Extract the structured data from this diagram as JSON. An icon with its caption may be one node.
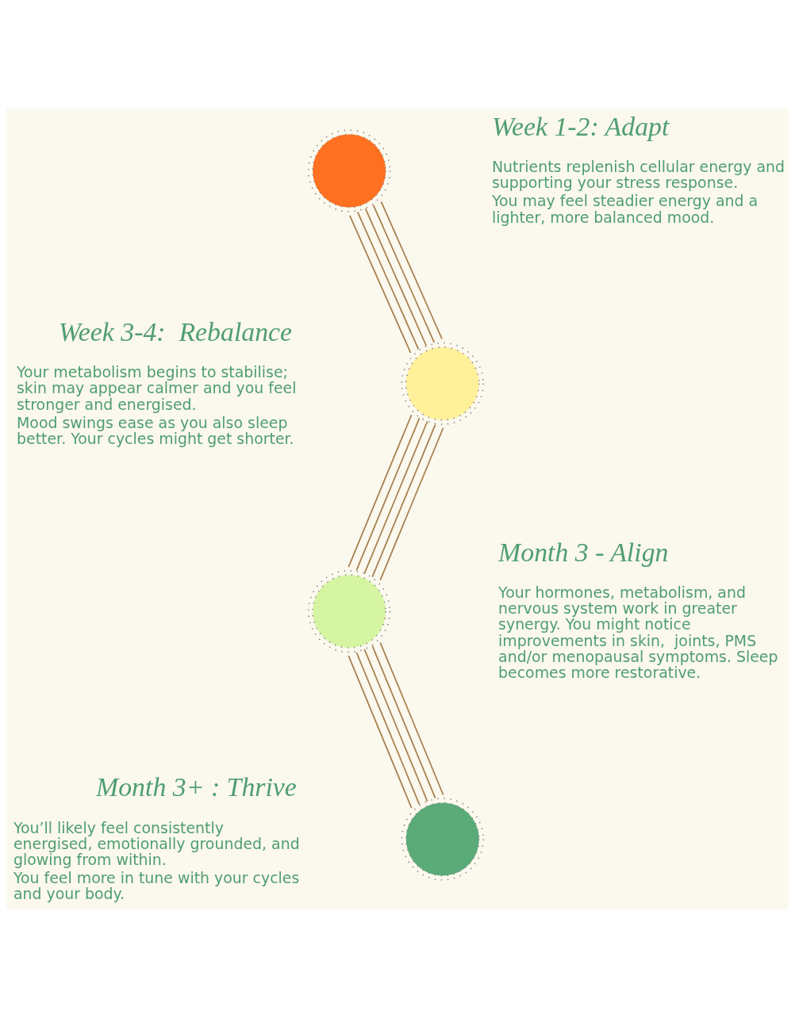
{
  "diagram": {
    "nodes": [
      {
        "text": [],
        "shape": "circle",
        "beside": [
          "Week 1-2: Adapt",
          "Nutrients replenish cellular energy and supporting your stress response.",
          "You may feel steadier energy and a lighter, more balanced mood."
        ]
      },
      {
        "text": [],
        "shape": "circle",
        "beside": [
          "Week 3-4:  Rebalance",
          "Your metabolism begins to stabilise; skin may appear calmer and you feel stronger and energised.",
          "Mood swings ease as you also sleep better. Your cycles might get shorter."
        ]
      },
      {
        "text": [],
        "shape": "circle",
        "beside": [
          "Month 3 - Align",
          "Your hormones, metabolism, and nervous system work in greater synergy. You might notice improvements in skin,  joints, PMS and/or menopausal symptoms. Sleep becomes more restorative."
        ]
      },
      {
        "text": [],
        "shape": "circle",
        "beside": [
          "Month 3+ : Thrive",
          "You’ll likely feel consistently energised, emotionally grounded, and glowing from within.",
          "You feel more in tune with your cycles and your body."
        ]
      }
    ],
    "edges": [
      {
        "from": 0,
        "to": 1,
        "arrow": "none"
      },
      {
        "from": 1,
        "to": 2,
        "arrow": "none"
      },
      {
        "from": 2,
        "to": 3,
        "arrow": "none"
      }
    ]
  }
}
